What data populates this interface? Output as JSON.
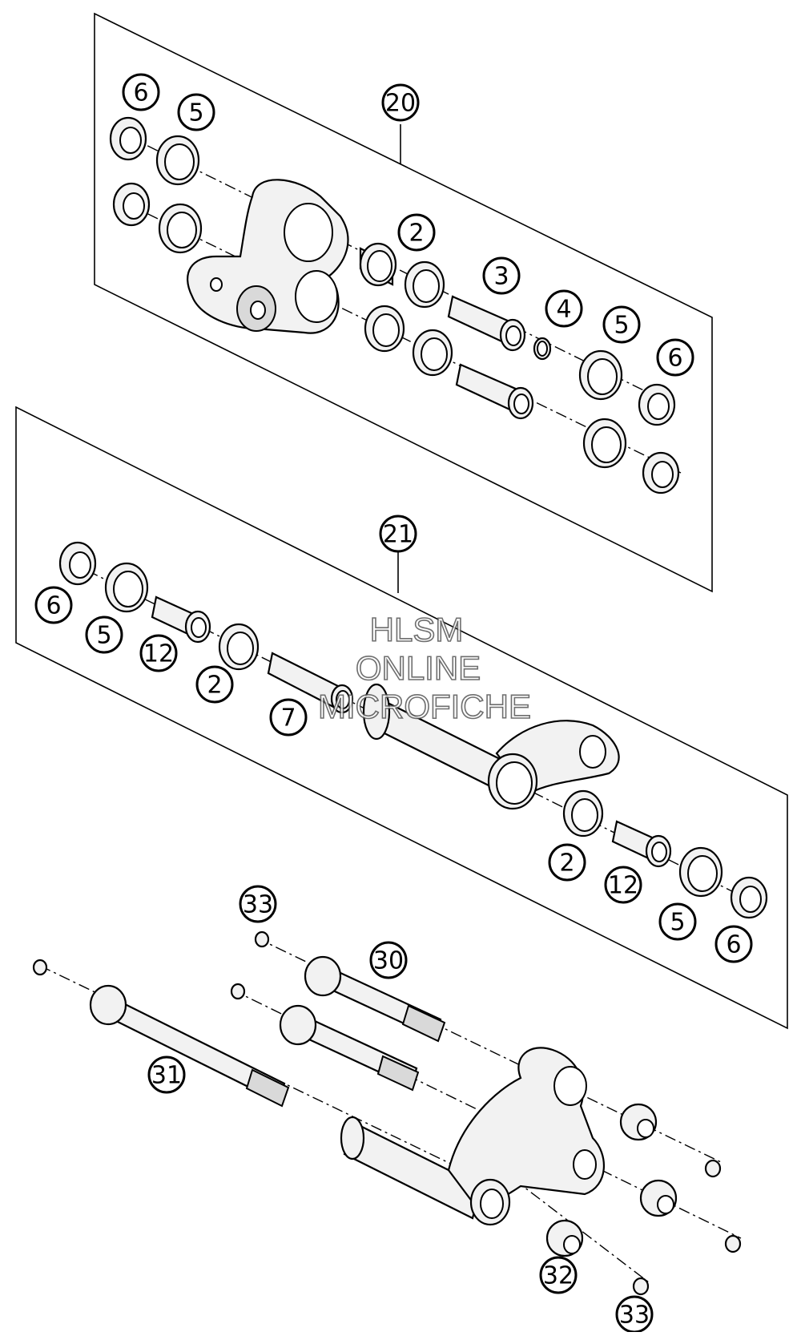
{
  "watermark": {
    "lines": [
      "HLSM",
      "ONLINE",
      "MICROFICHE"
    ]
  },
  "callouts": {
    "c20": "20",
    "c21": "21",
    "c6a": "6",
    "c5a": "5",
    "c2a": "2",
    "c3": "3",
    "c4": "4",
    "c5b": "5",
    "c6b": "6",
    "c6c": "6",
    "c5c": "5",
    "c12a": "12",
    "c2b": "2",
    "c7": "7",
    "c2c": "2",
    "c12b": "12",
    "c5d": "5",
    "c6d": "6",
    "c33a": "33",
    "c30": "30",
    "c31": "31",
    "c32": "32",
    "c33b": "33"
  }
}
